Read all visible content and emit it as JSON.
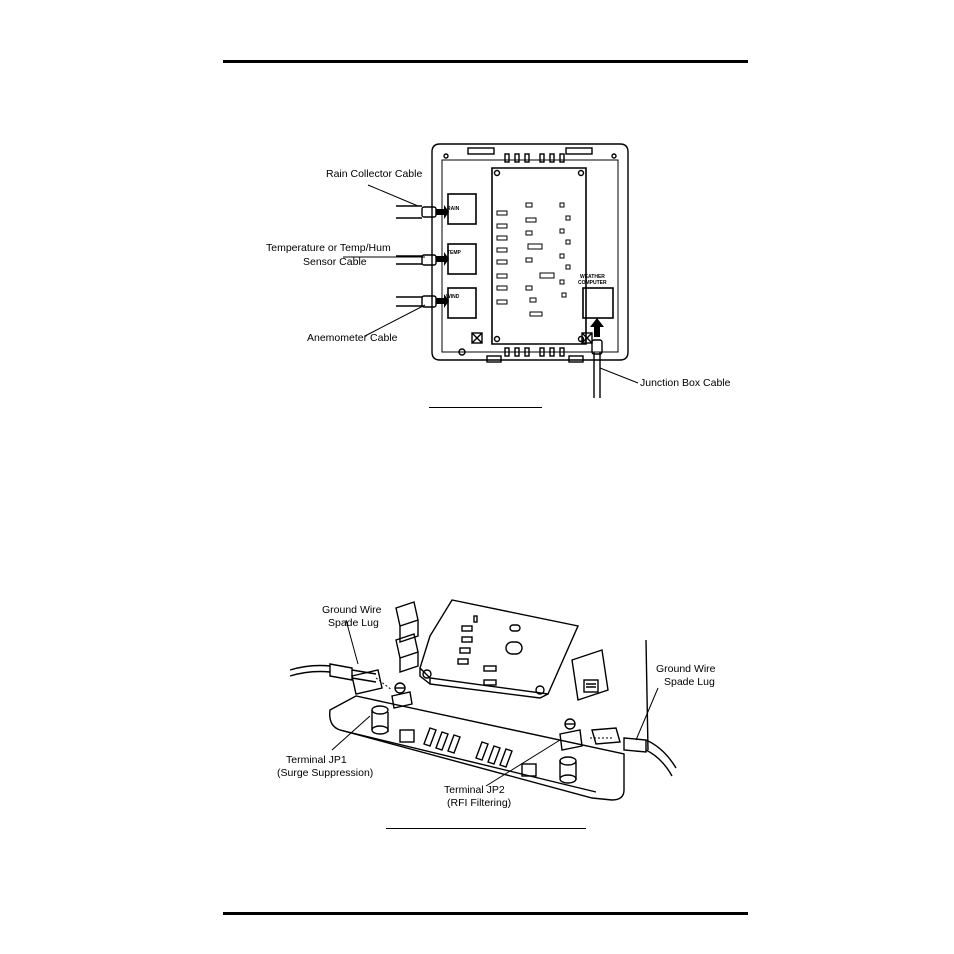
{
  "figure1": {
    "labels": {
      "rain": "Rain Collector Cable",
      "temp_line1": "Temperature or Temp/Hum",
      "temp_line2": "Sensor Cable",
      "anemometer": "Anemometer Cable",
      "junction": "Junction Box Cable"
    },
    "ports": {
      "rain": "RAIN",
      "temp": "TEMP",
      "wind": "WIND",
      "weather_line1": "WEATHER",
      "weather_line2": "COMPUTER"
    }
  },
  "figure2": {
    "labels": {
      "ground_left_1": "Ground Wire",
      "ground_left_2": "Spade Lug",
      "ground_right_1": "Ground Wire",
      "ground_right_2": "Spade Lug",
      "jp1_1": "Terminal JP1",
      "jp1_2": "(Surge Suppression)",
      "jp2_1": "Terminal JP2",
      "jp2_2": "(RFI Filtering)"
    }
  }
}
